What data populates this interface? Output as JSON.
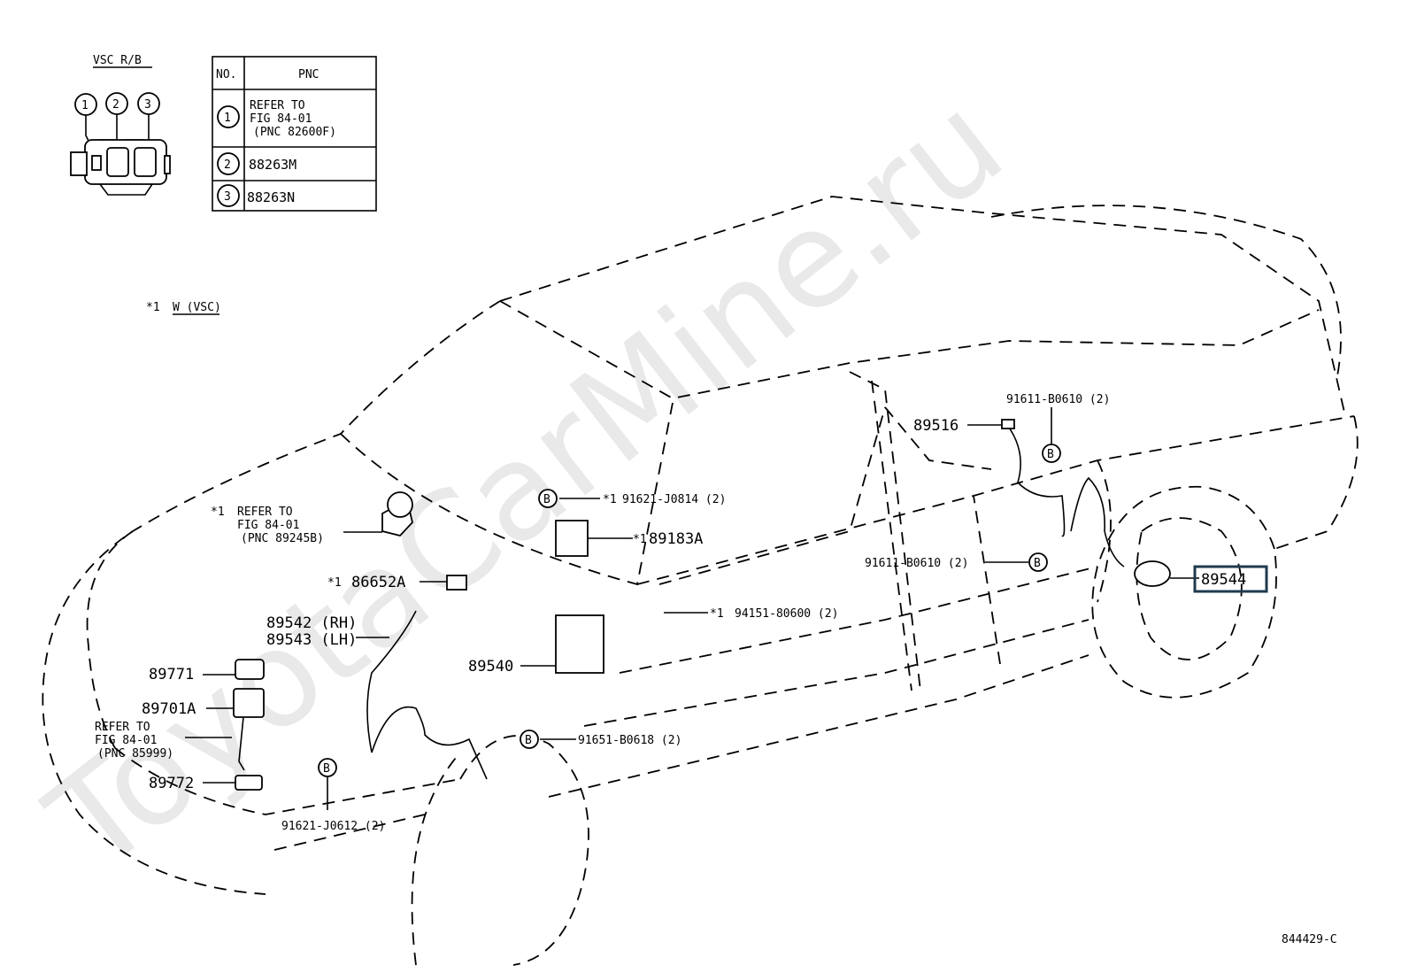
{
  "watermark": "ToyotaCarMine.ru",
  "connector": {
    "title": "VSC R/B",
    "pins": [
      "1",
      "2",
      "3"
    ]
  },
  "pnc_table": {
    "headers": [
      "NO.",
      "PNC"
    ],
    "rows": [
      {
        "no": "1",
        "pnc": [
          "REFER TO",
          "FIG 84-01",
          "(PNC 82600F)"
        ]
      },
      {
        "no": "2",
        "pnc": [
          "88263M"
        ]
      },
      {
        "no": "3",
        "pnc": [
          "88263N"
        ]
      }
    ]
  },
  "note": {
    "mark": "*1",
    "text": "W (VSC)"
  },
  "callouts": {
    "refer_89245b": {
      "mark": "*1",
      "lines": [
        "REFER TO",
        "FIG 84-01",
        "(PNC 89245B)"
      ]
    },
    "b_91621_j0814": {
      "circle": "B",
      "mark": "*1",
      "text": "91621-J0814 (2)"
    },
    "p89183a": {
      "mark": "*1",
      "text": "89183A"
    },
    "p86652a": {
      "mark": "*1",
      "text": "86652A"
    },
    "p89542": "89542 (RH)",
    "p89543": "89543 (LH)",
    "p94151": {
      "mark": "*1",
      "text": "94151-80600 (2)"
    },
    "p89540": "89540",
    "p89771": "89771",
    "p89701a": "89701A",
    "refer_85999": [
      "REFER TO",
      "FIG 84-01",
      "(PNC 85999)"
    ],
    "p89772": "89772",
    "b_91651": {
      "circle": "B",
      "text": "91651-B0618 (2)"
    },
    "b_91621_j0612": {
      "circle": "B",
      "text": "91621-J0612 (2)"
    },
    "b_91611_top": {
      "circle": "B",
      "text": "91611-B0610 (2)"
    },
    "p89516": "89516",
    "b_91611_mid": {
      "circle": "B",
      "text": "91611-B0610 (2)"
    },
    "p89544": "89544"
  },
  "highlight_color": "#1f3a4d",
  "figure_id": "844429-C"
}
